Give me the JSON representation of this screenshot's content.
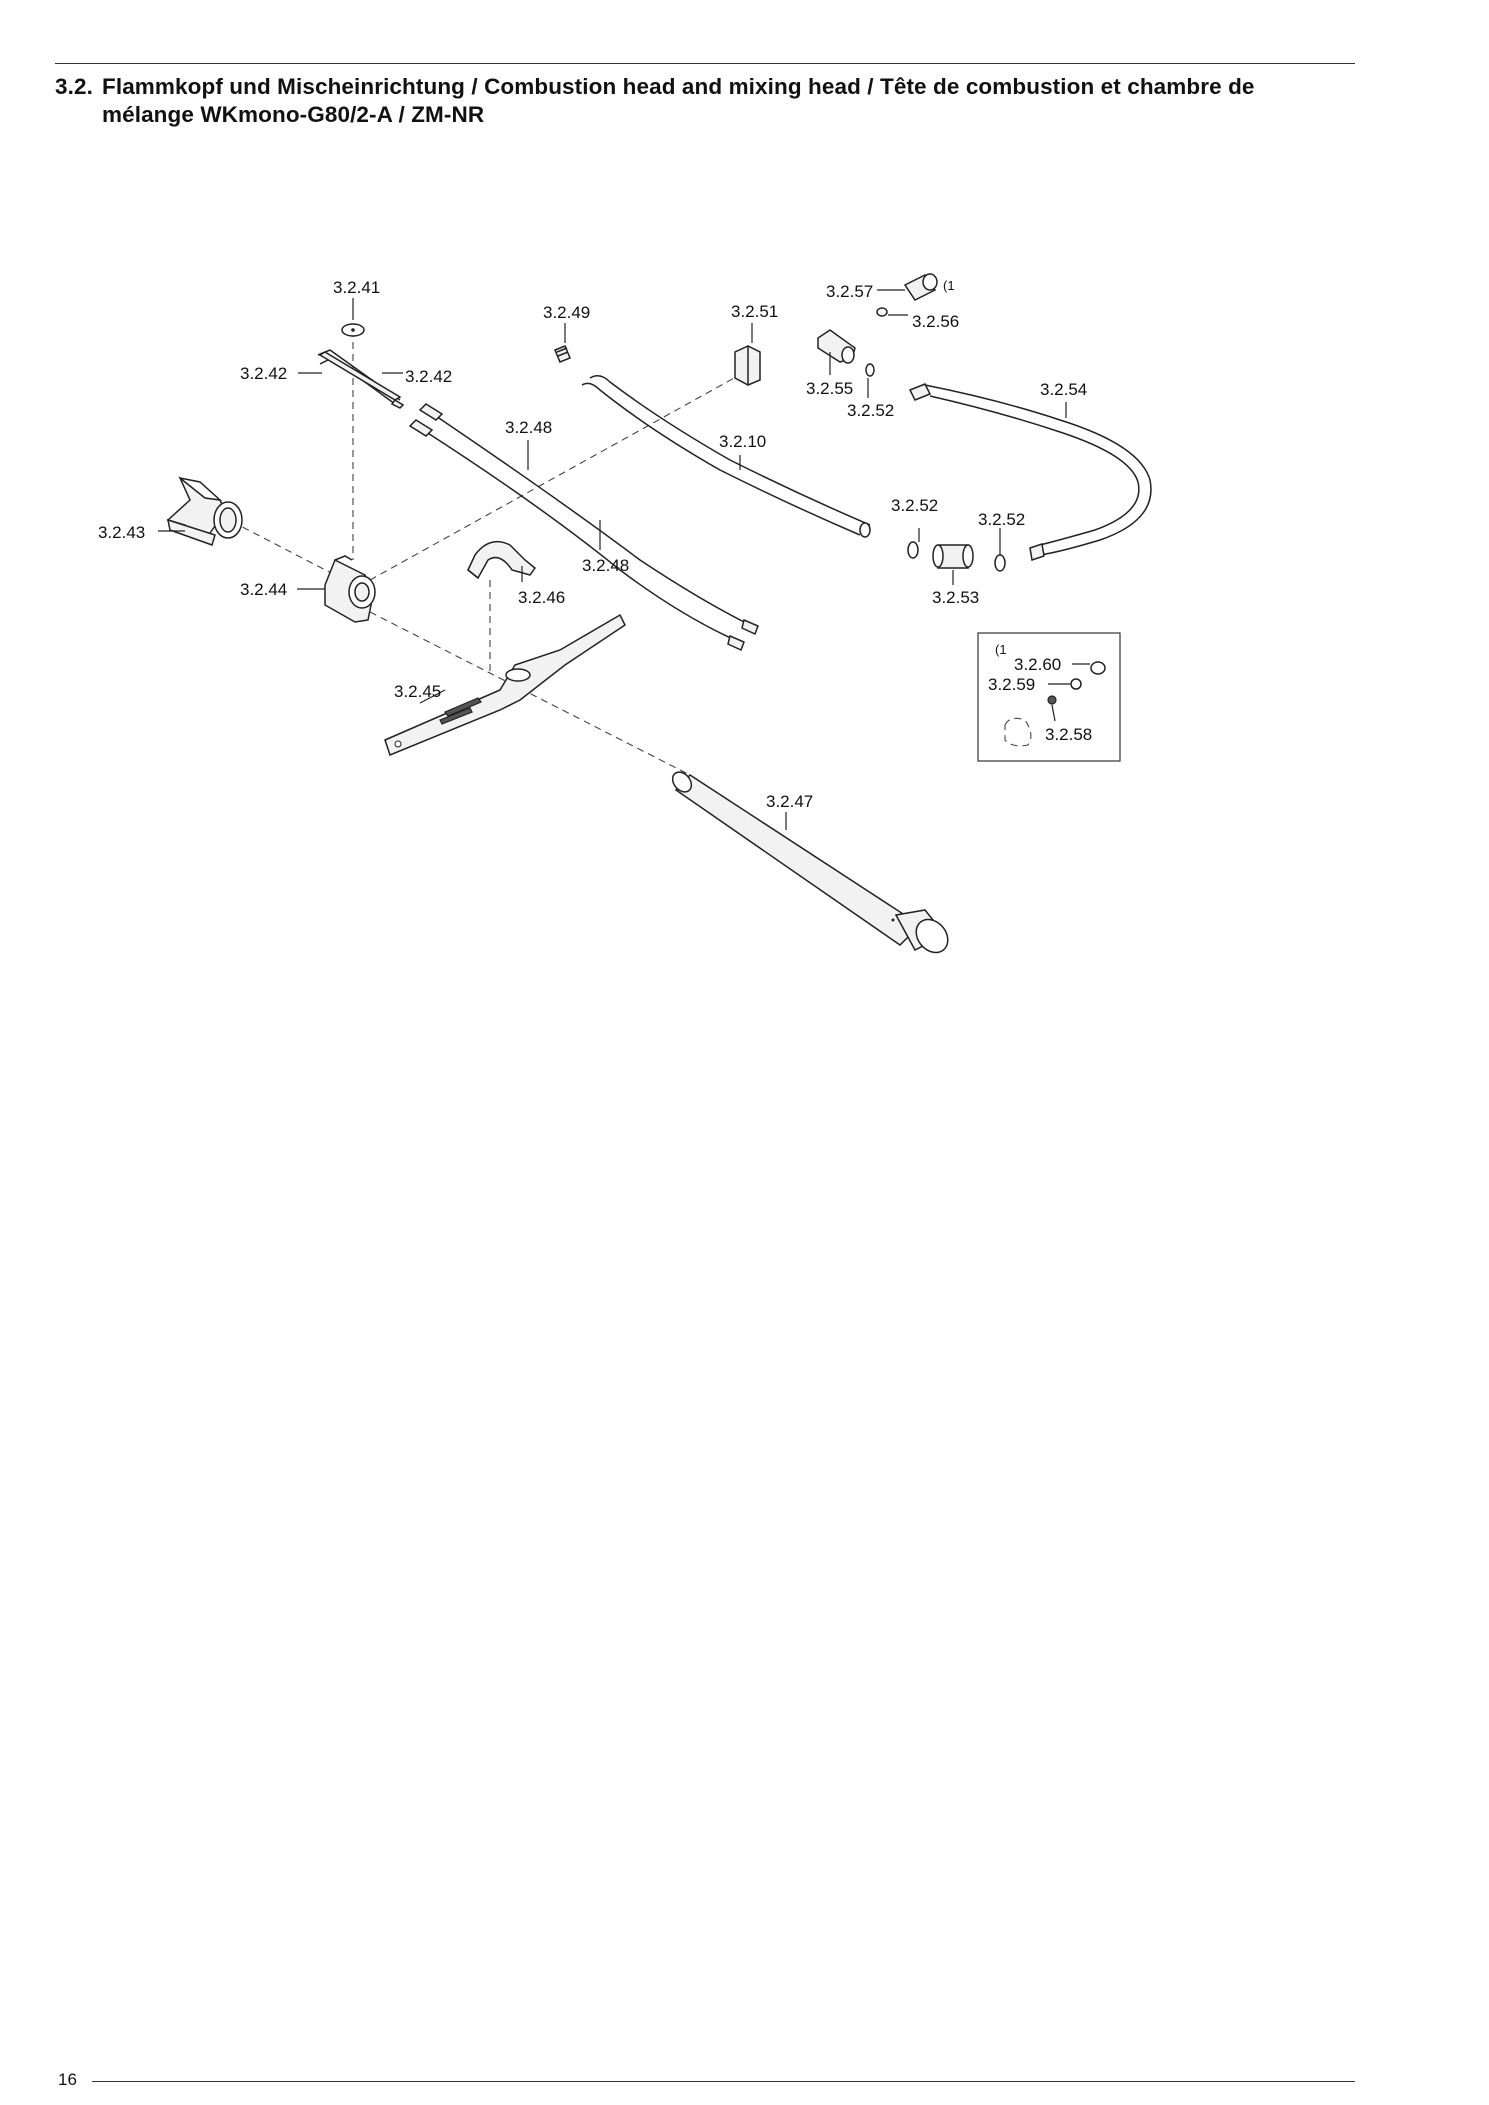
{
  "header": {
    "section_number": "3.2.",
    "title_line1": "Flammkopf und Mischeinrichtung / Combustion head and mixing head / Tête de combustion et chambre de",
    "title_line2": "mélange WKmono-G80/2-A / ZM-NR"
  },
  "footer": {
    "page_number": "16"
  },
  "diagram": {
    "labels": {
      "p3_2_41": "3.2.41",
      "p3_2_42a": "3.2.42",
      "p3_2_42b": "3.2.42",
      "p3_2_43": "3.2.43",
      "p3_2_44": "3.2.44",
      "p3_2_45": "3.2.45",
      "p3_2_46": "3.2.46",
      "p3_2_47": "3.2.47",
      "p3_2_48a": "3.2.48",
      "p3_2_48b": "3.2.48",
      "p3_2_49": "3.2.49",
      "p3_2_51": "3.2.51",
      "p3_2_10": "3.2.10",
      "p3_2_57": "3.2.57",
      "p3_2_56": "3.2.56",
      "p3_2_55": "3.2.55",
      "p3_2_52a": "3.2.52",
      "p3_2_52b": "3.2.52",
      "p3_2_52c": "3.2.52",
      "p3_2_54": "3.2.54",
      "p3_2_53": "3.2.53",
      "p3_2_60": "3.2.60",
      "p3_2_59": "3.2.59",
      "p3_2_58": "3.2.58",
      "footnote_mark_a": "(1",
      "footnote_mark_b": "(1"
    }
  }
}
